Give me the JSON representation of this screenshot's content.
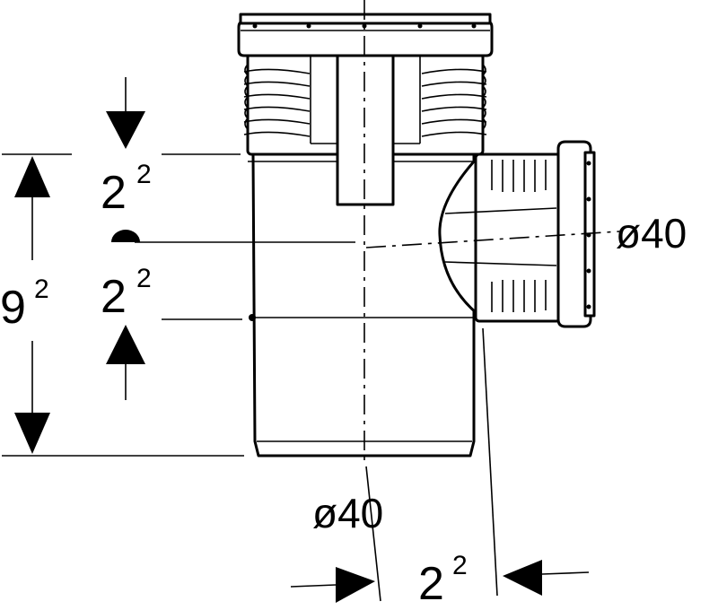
{
  "dimensions": {
    "top_offset": {
      "base": "2",
      "sup": "2"
    },
    "bottom_offset": {
      "base": "2",
      "sup": "2"
    },
    "total_height": {
      "base": "9",
      "sup": "2"
    },
    "branch_offset": {
      "base": "2",
      "sup": "2"
    },
    "main_diameter": "ø40",
    "branch_diameter": "ø40"
  }
}
